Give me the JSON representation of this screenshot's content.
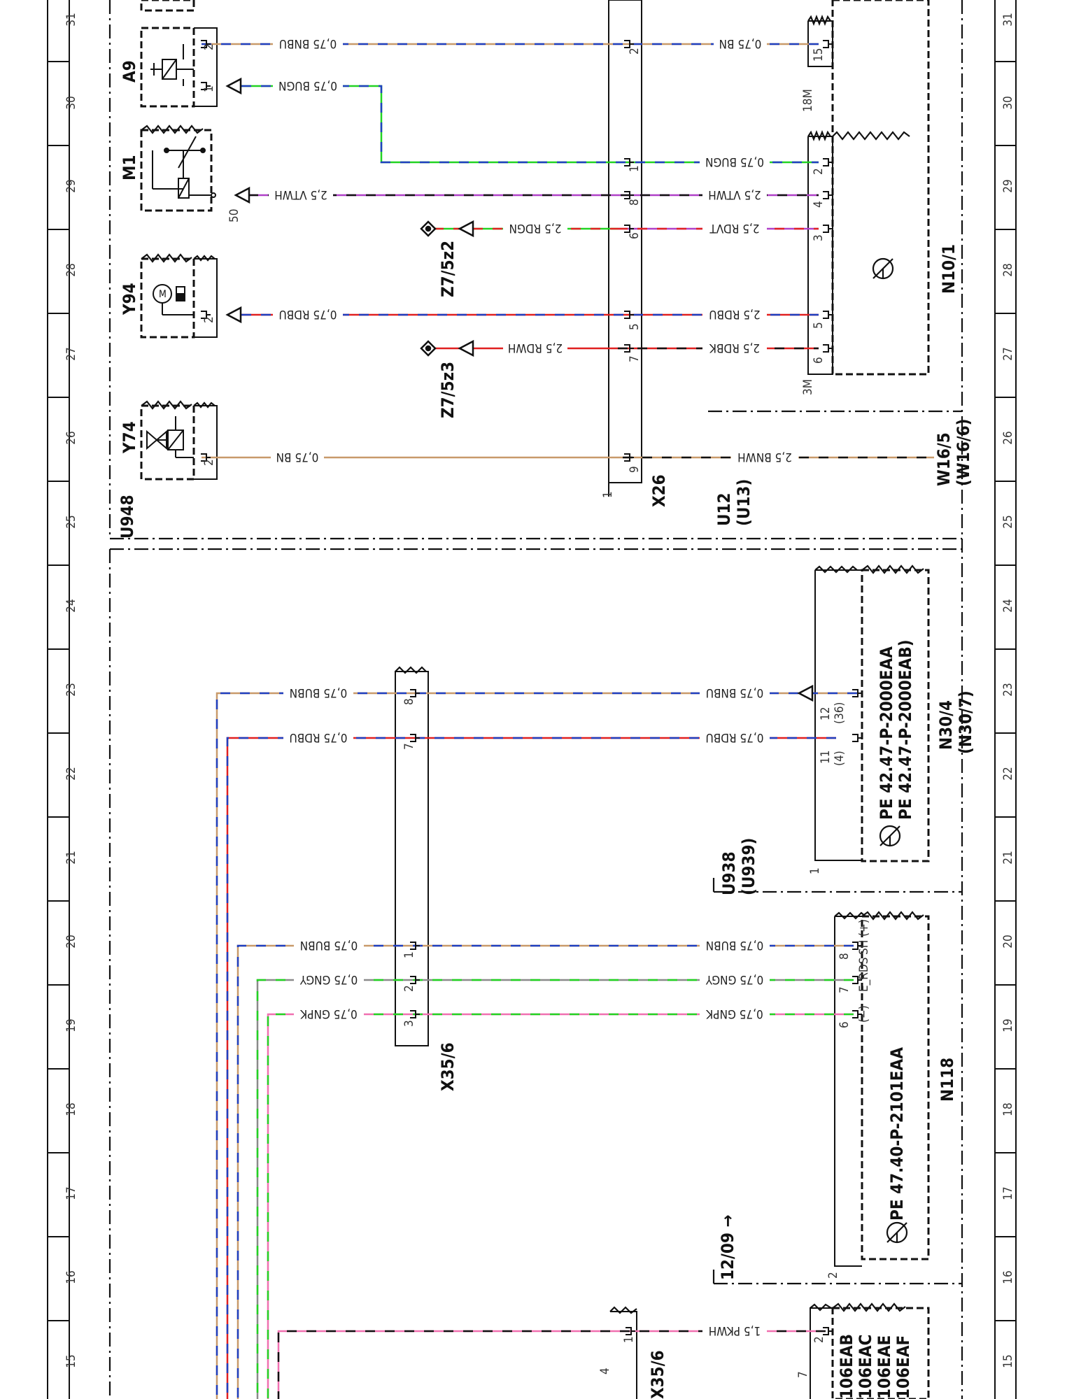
{
  "frame": {
    "grid_numbers": [
      "31",
      "30",
      "29",
      "28",
      "27",
      "26",
      "25",
      "24",
      "23",
      "22",
      "21",
      "20",
      "19",
      "18",
      "17",
      "16",
      "15"
    ]
  },
  "components": {
    "a9": "A9",
    "m1": "M1",
    "y94": "Y94",
    "y74": "Y74",
    "u948": "U948",
    "x26": "X26",
    "x26_pin_start": "1",
    "u12": "U12",
    "u13": "(U13)",
    "z7_5z2": "Z7/5z2",
    "z7_5z3": "Z7/5z3",
    "n10_1": "N10/1",
    "n10_1_conn_18m": "18M",
    "n10_1_conn_3m": "3M",
    "w16_5": "W16/5",
    "w16_6": "(W16/6)",
    "m1_pin_50": "50",
    "x35_6_top": "X35/6",
    "x35_6_bottom": "X35/6",
    "x35_6_bottom_pin4": "4",
    "n30_4": "N30/4",
    "n30_7": "(N30/7)",
    "n30_4_code_1": "PE  42.47-P-2000EAA",
    "n30_4_code_2": "PE  42.47-P-2000EAB)",
    "n30_4_pins_1": "11",
    "n30_4_pins_2": "(4)",
    "n30_4_pins_3": "12",
    "n30_4_pins_4": "(36)",
    "n30_4_conn": "1",
    "u938": "U938",
    "u939": "(U939)",
    "n118": "N118",
    "n118_code": "PE  47.40-P-2101EAA",
    "n118_conn": "2",
    "n118_pin_sh": "SH (+)",
    "n118_pin_e": "E_RDS",
    "n118_pin_minus": "(−)",
    "date_marker": "12/09 →",
    "bottom_code_1": "106EAB",
    "bottom_code_2": "106EAC",
    "bottom_code_3": "106EAE",
    "bottom_code_4": "106EAF",
    "bottom_conn_7": "7"
  },
  "wires": {
    "w1": "0,75 BNBU",
    "w2": "0,75 BUGN",
    "w3": "2,5 VTWH",
    "w4": "2,5 RDGN",
    "w5": "0,75 RDBU",
    "w6": "2,5 RDWH",
    "w7": "0,75 BN",
    "w8": "0,75 BN",
    "w9": "0,75 BUGN",
    "w10": "2,5 VTWH",
    "w11": "2,5 RDVT",
    "w12": "2,5 RDBU",
    "w13": "2,5 RDBK",
    "w14": "2,5 BNWH",
    "w15": "0,75 BUBN",
    "w16": "0,75 RDBU",
    "w17": "0,75 BUBN",
    "w18": "0,75 GNGY",
    "w19": "0,75 GNPK",
    "w20": "0,75 BNBU",
    "w21": "0,75 RDBU",
    "w22": "0,75 BUBN",
    "w23": "0,75 GNGY",
    "w24": "0,75 GNPK",
    "w25": "1,5 PKWH"
  },
  "pins": {
    "x26": [
      "2",
      "1",
      "8",
      "6",
      "5",
      "7",
      "9"
    ],
    "n10_1_a": [
      "15"
    ],
    "n10_1_b": [
      "2",
      "4",
      "3",
      "5",
      "6"
    ],
    "a9": [
      "2",
      "1"
    ],
    "y94": [
      "2"
    ],
    "y74": [
      "2"
    ],
    "x35_6_top": [
      "8",
      "7",
      "1",
      "2",
      "3"
    ],
    "n118": [
      "8",
      "7",
      "6"
    ],
    "x35_6_bottom": [
      "1"
    ],
    "bottom_conn": [
      "2"
    ]
  },
  "colors": {
    "blue": "#1f3fbf",
    "brown": "#c89a6a",
    "green": "#22d322",
    "red": "#e02020",
    "violet": "#b040c8",
    "pink": "#f070b0",
    "gray": "#8a8a8a",
    "black": "#111111"
  }
}
